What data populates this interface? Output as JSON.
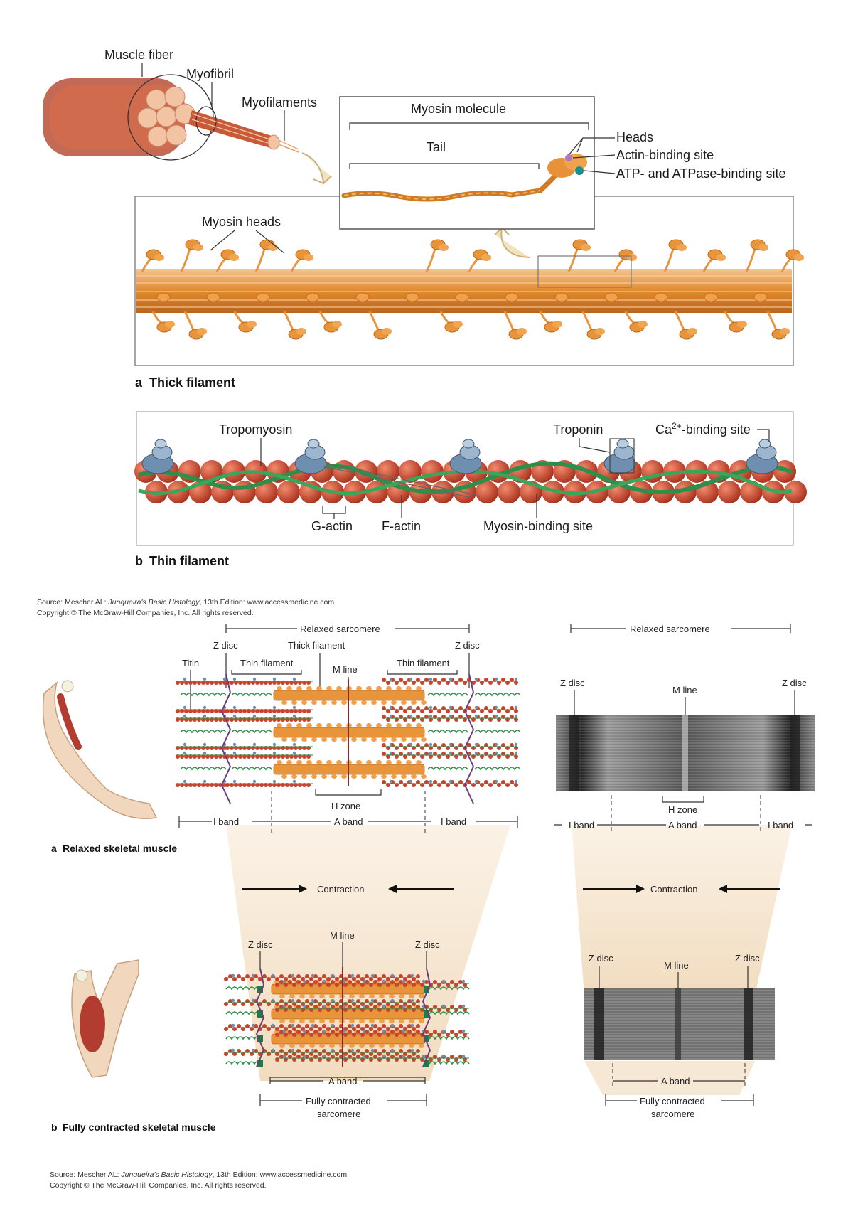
{
  "part_a": {
    "muscle_fiber": "Muscle fiber",
    "myofibril": "Myofibril",
    "myofilaments": "Myofilaments",
    "myosin_molecule": "Myosin molecule",
    "tail": "Tail",
    "heads": "Heads",
    "actin_binding_site": "Actin-binding site",
    "atp_site": "ATP- and ATPase-binding site",
    "myosin_heads": "Myosin heads",
    "caption_letter": "a",
    "caption": "Thick filament"
  },
  "part_b": {
    "tropomyosin": "Tropomyosin",
    "troponin": "Troponin",
    "ca_site_prefix": "Ca",
    "ca_site_sup": "2+",
    "ca_site_suffix": "-binding site",
    "g_actin": "G-actin",
    "f_actin": "F-actin",
    "myosin_binding_site": "Myosin-binding site",
    "caption_letter": "b",
    "caption": "Thin filament"
  },
  "source_top": {
    "line1_pre": "Source: Mescher AL: ",
    "line1_title": "Junqueira's Basic Histology",
    "line1_post": ", 13th Edition: www.accessmedicine.com",
    "line2": "Copyright © The McGraw-Hill Companies, Inc. All rights reserved."
  },
  "sarcomere": {
    "relaxed_sarcomere": "Relaxed sarcomere",
    "z_disc": "Z disc",
    "thick_filament": "Thick filament",
    "titin": "Titin",
    "thin_filament": "Thin filament",
    "m_line": "M line",
    "h_zone": "H zone",
    "i_band": "I band",
    "a_band": "A band",
    "contraction": "Contraction",
    "fully_contracted_l1": "Fully contracted",
    "fully_contracted_l2": "sarcomere",
    "caption_a_letter": "a",
    "caption_a": "Relaxed skeletal muscle",
    "caption_b_letter": "b",
    "caption_b": "Fully contracted skeletal muscle"
  },
  "source_bottom": {
    "line1_pre": "Source: Mescher AL: ",
    "line1_title": "Junqueira's Basic Histology",
    "line1_post": ", 13th Edition: www.accessmedicine.com",
    "line2": "Copyright © The McGraw-Hill Companies, Inc. All rights reserved."
  },
  "colors": {
    "myosin_orange": "#e8943a",
    "actin_red": "#c9422c",
    "tropomyosin_green": "#2f8f4a",
    "troponin_blue": "#6f8fb0",
    "funnel_beige": "#f3e3cb"
  }
}
